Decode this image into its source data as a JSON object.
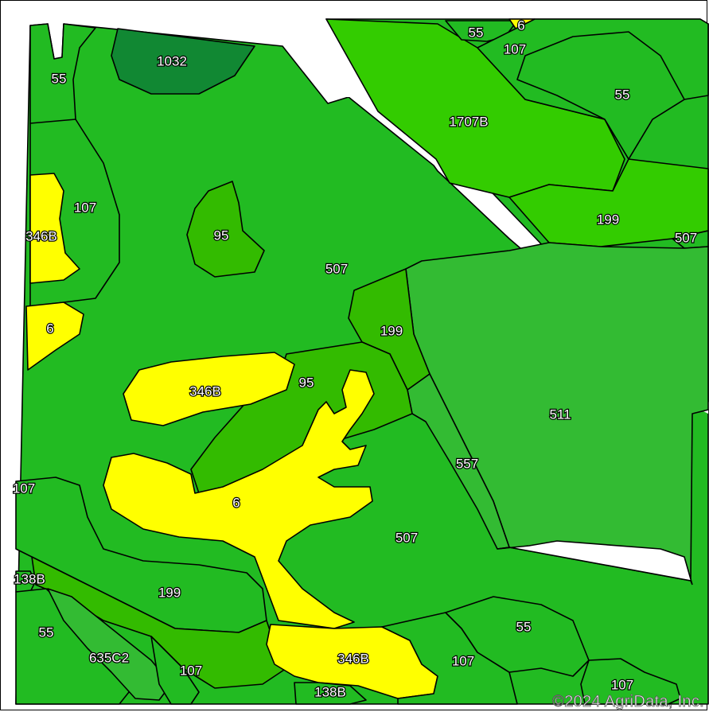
{
  "map": {
    "copyright": "©2024 AgriData, Inc.",
    "colors": {
      "green": "#22bb22",
      "light_green": "#33bb33",
      "yellow_green": "#33cc00",
      "dark_green": "#118833",
      "yellow": "#ffff00",
      "boundary": "#000000"
    },
    "soil_labels": [
      {
        "id": "lbl-55-nw",
        "text": "55"
      },
      {
        "id": "lbl-1032",
        "text": "1032"
      },
      {
        "id": "lbl-55-n",
        "text": "55"
      },
      {
        "id": "lbl-6-n",
        "text": "6"
      },
      {
        "id": "lbl-107-n",
        "text": "107"
      },
      {
        "id": "lbl-55-ne",
        "text": "55"
      },
      {
        "id": "lbl-1707b",
        "text": "1707B"
      },
      {
        "id": "lbl-107-w",
        "text": "107"
      },
      {
        "id": "lbl-346b-w",
        "text": "346B"
      },
      {
        "id": "lbl-95-n",
        "text": "95"
      },
      {
        "id": "lbl-507-c",
        "text": "507"
      },
      {
        "id": "lbl-199-ne",
        "text": "199"
      },
      {
        "id": "lbl-507-e",
        "text": "507"
      },
      {
        "id": "lbl-6-w",
        "text": "6"
      },
      {
        "id": "lbl-199-c",
        "text": "199"
      },
      {
        "id": "lbl-346b-c",
        "text": "346B"
      },
      {
        "id": "lbl-95-c",
        "text": "95"
      },
      {
        "id": "lbl-511",
        "text": "511"
      },
      {
        "id": "lbl-557",
        "text": "557"
      },
      {
        "id": "lbl-107-sw",
        "text": "107"
      },
      {
        "id": "lbl-6-c",
        "text": "6"
      },
      {
        "id": "lbl-507-s",
        "text": "507"
      },
      {
        "id": "lbl-138b-w",
        "text": "138B"
      },
      {
        "id": "lbl-199-sw",
        "text": "199"
      },
      {
        "id": "lbl-55-se",
        "text": "55"
      },
      {
        "id": "lbl-55-sw",
        "text": "55"
      },
      {
        "id": "lbl-635c2",
        "text": "635C2"
      },
      {
        "id": "lbl-346b-s",
        "text": "346B"
      },
      {
        "id": "lbl-107-s",
        "text": "107"
      },
      {
        "id": "lbl-107-sc",
        "text": "107"
      },
      {
        "id": "lbl-138b-s",
        "text": "138B"
      },
      {
        "id": "lbl-107-se",
        "text": "107"
      }
    ]
  }
}
